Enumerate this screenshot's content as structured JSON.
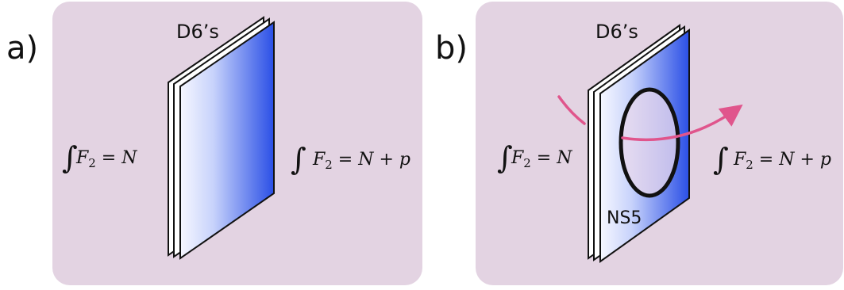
{
  "panels": [
    {
      "letter": "a)",
      "brane_label": "D6’s",
      "left_equation": {
        "integral": "∫",
        "field": "F",
        "sub": "2",
        "rhs": " = N"
      },
      "right_equation": {
        "integral": "∫",
        "field": "F",
        "sub": "2",
        "rhs": " = N + p"
      }
    },
    {
      "letter": "b)",
      "brane_label": "D6’s",
      "defect_label": "NS5",
      "left_equation": {
        "integral": "∫",
        "field": "F",
        "sub": "2",
        "rhs": " = N"
      },
      "right_equation": {
        "integral": "∫",
        "field": "F",
        "sub": "2",
        "rhs": " = N + p"
      }
    }
  ],
  "colors": {
    "panel_background": "#e3d3e2",
    "brane_blue": "#2a4fe6",
    "brane_light": "#f4f6ff",
    "ns5_ring": "#111111",
    "arrow": "#e0558c"
  }
}
